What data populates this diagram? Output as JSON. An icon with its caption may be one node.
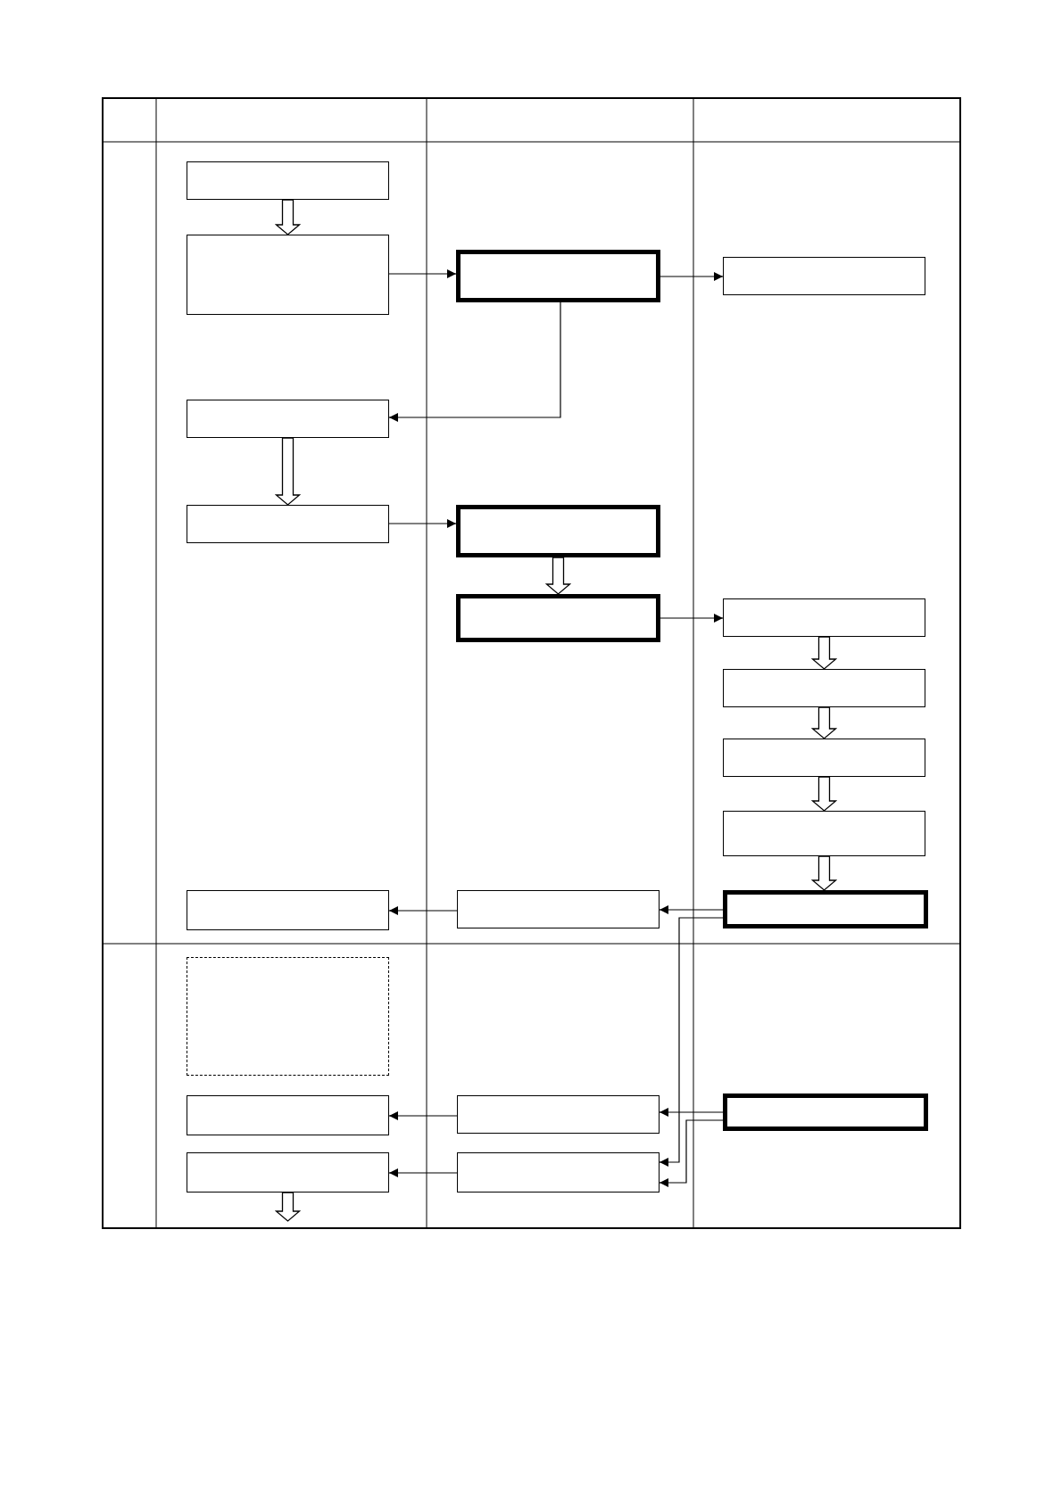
{
  "diagram": {
    "nodes": [
      {
        "text": [],
        "shape": "box"
      },
      {
        "text": [],
        "shape": "box"
      },
      {
        "text": [],
        "shape": "box"
      },
      {
        "text": [],
        "shape": "box"
      },
      {
        "text": [],
        "shape": "box"
      },
      {
        "text": [],
        "shape": "box"
      },
      {
        "text": [],
        "shape": "box"
      },
      {
        "text": [],
        "shape": "box"
      },
      {
        "text": [],
        "shape": "box"
      },
      {
        "text": [],
        "shape": "box"
      },
      {
        "text": [],
        "shape": "box"
      },
      {
        "text": [],
        "shape": "box"
      },
      {
        "text": [],
        "shape": "box"
      },
      {
        "text": [],
        "shape": "box"
      },
      {
        "text": [],
        "shape": "box"
      },
      {
        "text": [],
        "shape": "box"
      },
      {
        "text": [],
        "shape": "box"
      },
      {
        "text": [],
        "shape": "box"
      },
      {
        "text": [],
        "shape": "box"
      },
      {
        "text": [],
        "shape": "box"
      },
      {
        "text": [],
        "shape": "box"
      }
    ],
    "edges": [
      {
        "from": 0,
        "to": 1,
        "arrow": "to",
        "style": "thick"
      },
      {
        "from": 1,
        "to": 2,
        "arrow": "to"
      },
      {
        "from": 2,
        "to": 3,
        "arrow": "to"
      },
      {
        "from": 2,
        "to": 4,
        "arrow": "to"
      },
      {
        "from": 4,
        "to": 5,
        "arrow": "to",
        "style": "thick"
      },
      {
        "from": 5,
        "to": 6,
        "arrow": "to"
      },
      {
        "from": 6,
        "to": 7,
        "arrow": "to",
        "style": "thick"
      },
      {
        "from": 7,
        "to": 8,
        "arrow": "to"
      },
      {
        "from": 8,
        "to": 9,
        "arrow": "to",
        "style": "thick"
      },
      {
        "from": 9,
        "to": 10,
        "arrow": "to",
        "style": "thick"
      },
      {
        "from": 10,
        "to": 11,
        "arrow": "to",
        "style": "thick"
      },
      {
        "from": 11,
        "to": 12,
        "arrow": "to",
        "style": "thick"
      },
      {
        "from": 12,
        "to": 13,
        "arrow": "to"
      },
      {
        "from": 13,
        "to": 14,
        "arrow": "to"
      },
      {
        "from": 12,
        "to": 19,
        "arrow": "to"
      },
      {
        "from": 16,
        "to": 17,
        "arrow": "to"
      },
      {
        "from": 17,
        "to": 18,
        "arrow": "to"
      },
      {
        "from": 16,
        "to": 19,
        "arrow": "to"
      },
      {
        "from": 19,
        "to": 20,
        "arrow": "to"
      },
      {
        "from": 20,
        "to": null,
        "arrow": "to",
        "style": "thick"
      }
    ]
  }
}
